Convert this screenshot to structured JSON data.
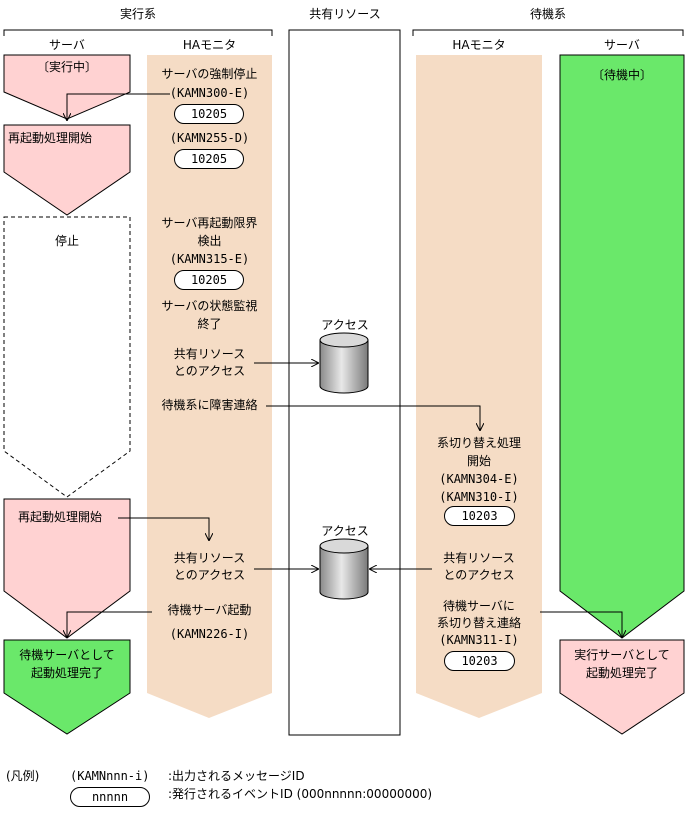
{
  "header": {
    "active_system": "実行系",
    "shared_resource": "共有リソース",
    "standby_system": "待機系"
  },
  "columns": {
    "active_server": "サーバ",
    "active_ha": "HAモニタ",
    "standby_ha": "HAモニタ",
    "standby_server": "サーバ"
  },
  "active_server": {
    "state_running": "〔実行中〕",
    "restart_start_1": "再起動処理開始",
    "stopped": "停止",
    "restart_start_2": "再起動処理開始",
    "standby_complete_1": "待機サーバとして",
    "standby_complete_2": "起動処理完了"
  },
  "active_ha": {
    "force_stop": "サーバの強制停止",
    "msg_300": "(KAMN300-E)",
    "event_1": "10205",
    "msg_255": "(KAMN255-D)",
    "event_2": "10205",
    "restart_limit_1": "サーバ再起動限界",
    "restart_limit_2": "検出",
    "msg_315": "(KAMN315-E)",
    "event_3": "10205",
    "monitor_end_1": "サーバの状態監視",
    "monitor_end_2": "終了",
    "access_1a": "共有リソース",
    "access_1b": "とのアクセス",
    "notify_fault": "待機系に障害連絡",
    "access_2a": "共有リソース",
    "access_2b": "とのアクセス",
    "standby_start": "待機サーバ起動",
    "msg_226": "(KAMN226-I)"
  },
  "shared": {
    "access_label_1": "アクセス",
    "access_label_2": "アクセス"
  },
  "standby_ha": {
    "switch_1": "系切り替え処理",
    "switch_2": "開始",
    "msg_304": "(KAMN304-E)",
    "msg_310": "(KAMN310-I)",
    "event_1": "10203",
    "access_a": "共有リソース",
    "access_b": "とのアクセス",
    "notify_1": "待機サーバに",
    "notify_2": "系切り替え連絡",
    "msg_311": "(KAMN311-I)",
    "event_2": "10203"
  },
  "standby_server": {
    "state_waiting": "〔待機中〕",
    "active_complete_1": "実行サーバとして",
    "active_complete_2": "起動処理完了"
  },
  "legend": {
    "title": "(凡例)",
    "message_sample": "(KAMNnnn-i)",
    "message_desc": ":出力されるメッセージID",
    "event_sample": "nnnnn",
    "event_desc": ":発行されるイベントID (000nnnnn:00000000)"
  },
  "colors": {
    "server_pink": "#ffd2d2",
    "ha_peach": "#f5dcc5",
    "server_green": "#6ae86a",
    "line": "#000000"
  }
}
